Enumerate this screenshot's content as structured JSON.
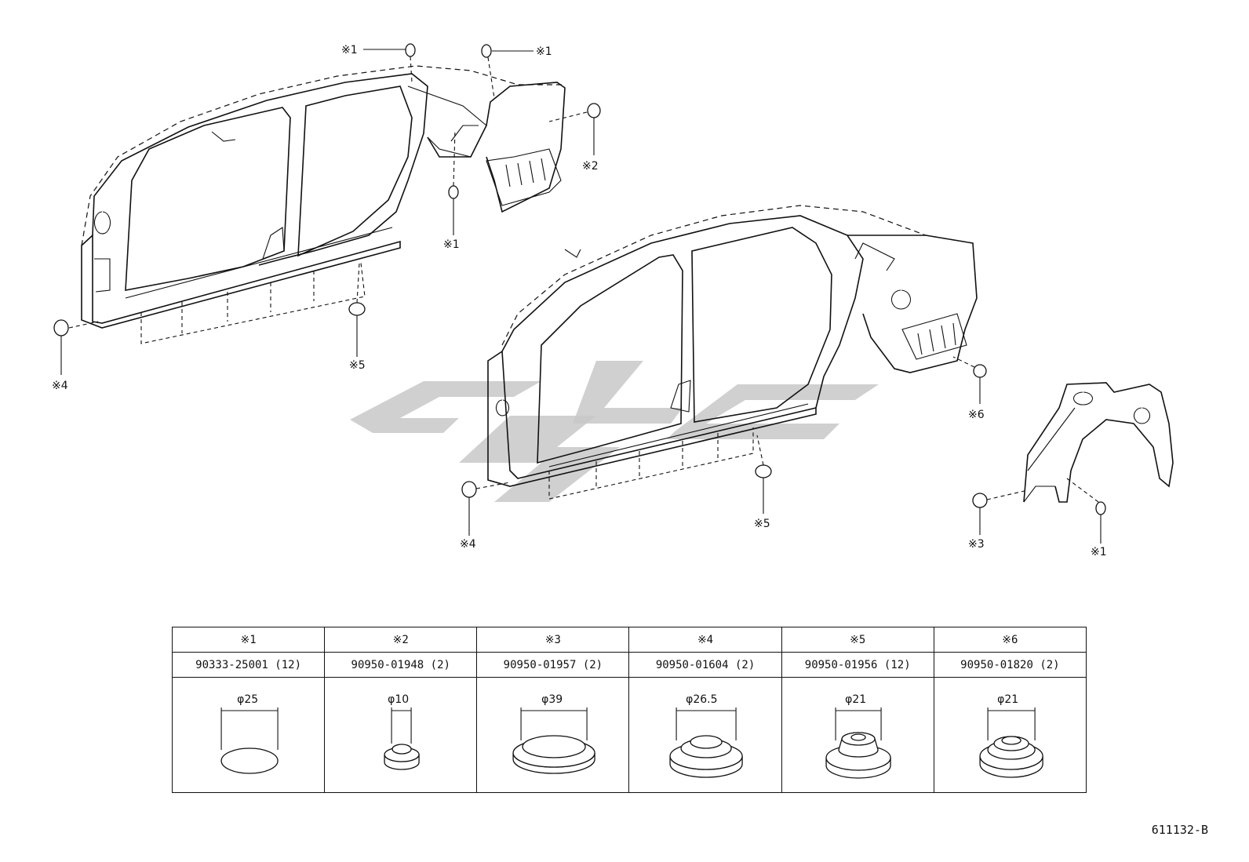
{
  "callouts": {
    "c1": "※1",
    "c2": "※2",
    "c3": "※3",
    "c4": "※4",
    "c5": "※5",
    "c6": "※6"
  },
  "parts": [
    {
      "ref": "※1",
      "part_no": "90333-25001 (12)",
      "dia": "φ25"
    },
    {
      "ref": "※2",
      "part_no": "90950-01948 (2)",
      "dia": "φ10"
    },
    {
      "ref": "※3",
      "part_no": "90950-01957 (2)",
      "dia": "φ39"
    },
    {
      "ref": "※4",
      "part_no": "90950-01604 (2)",
      "dia": "φ26.5"
    },
    {
      "ref": "※5",
      "part_no": "90950-01956 (12)",
      "dia": "φ21"
    },
    {
      "ref": "※6",
      "part_no": "90950-01820 (2)",
      "dia": "φ21"
    }
  ],
  "drawing_id": "611132-B"
}
